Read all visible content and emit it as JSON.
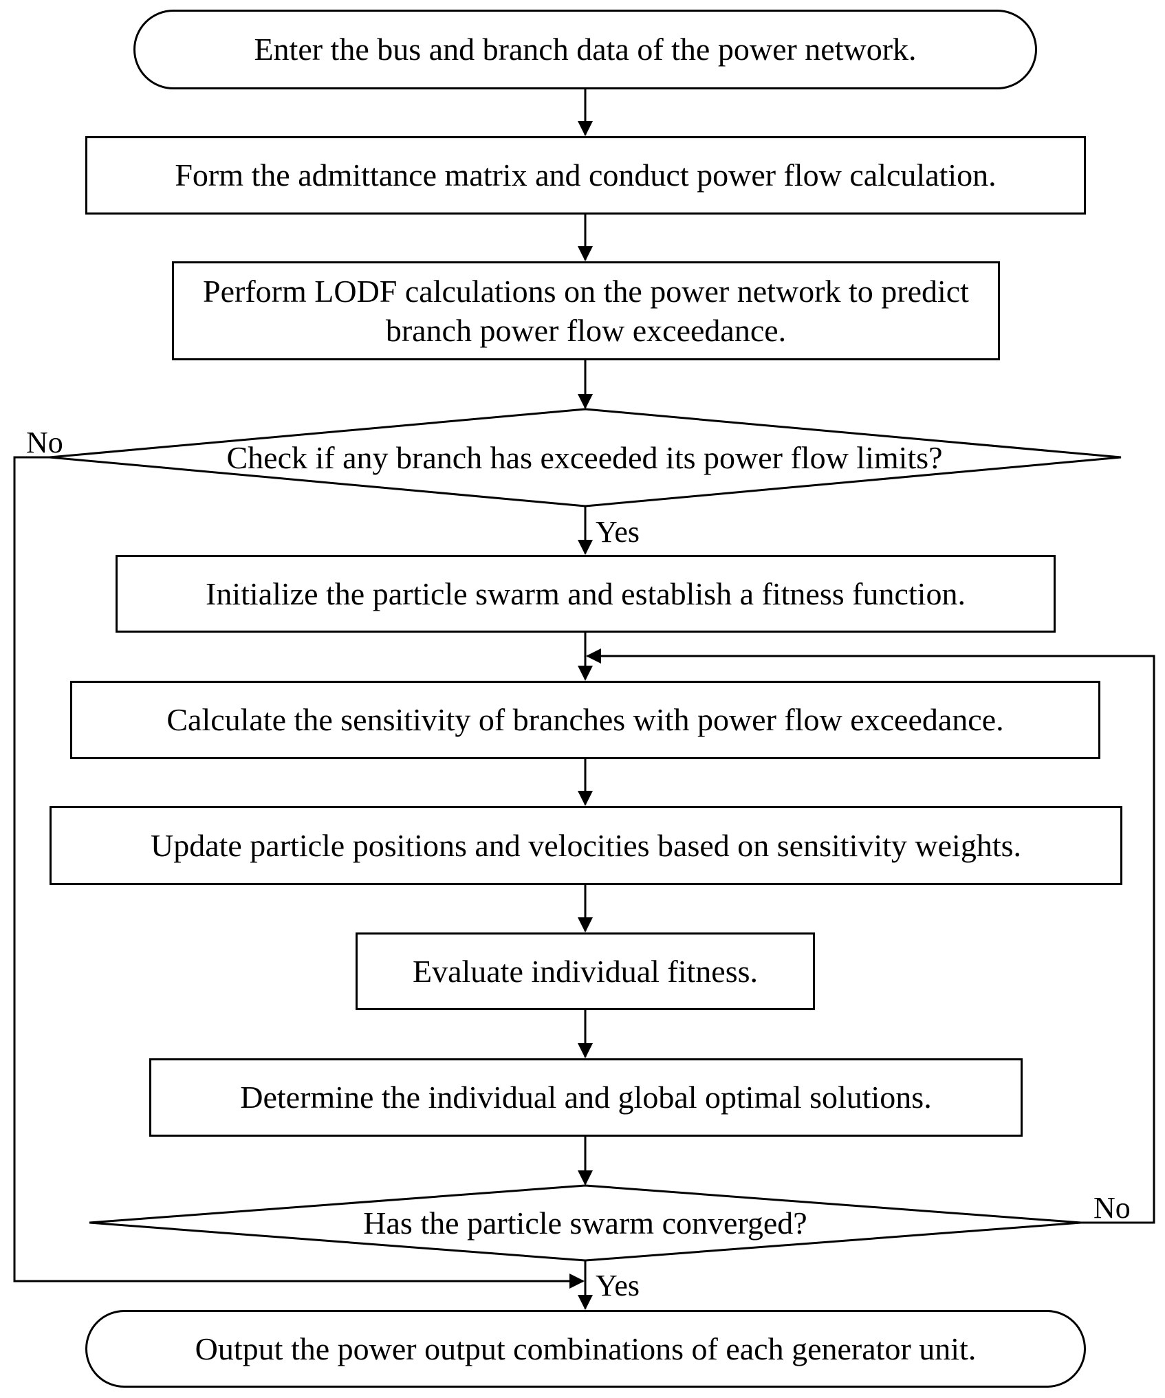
{
  "nodes": {
    "start": "Enter the bus and branch data of the power network.",
    "admittance": "Form the admittance matrix and conduct power flow calculation.",
    "lodf": "Perform LODF calculations on the power network to predict branch power flow exceedance.",
    "check_limits": "Check if any branch has exceeded its power flow limits?",
    "init_swarm": "Initialize the particle swarm and establish a fitness function.",
    "sensitivity": "Calculate the sensitivity of branches with power flow exceedance.",
    "update": "Update particle positions and velocities based on sensitivity weights.",
    "evaluate": "Evaluate individual fitness.",
    "optimal": "Determine the individual and global optimal solutions.",
    "converged": "Has the particle swarm converged?",
    "output": "Output the power output combinations of each generator unit."
  },
  "labels": {
    "check_no": "No",
    "check_yes": "Yes",
    "conv_no": "No",
    "conv_yes": "Yes"
  }
}
